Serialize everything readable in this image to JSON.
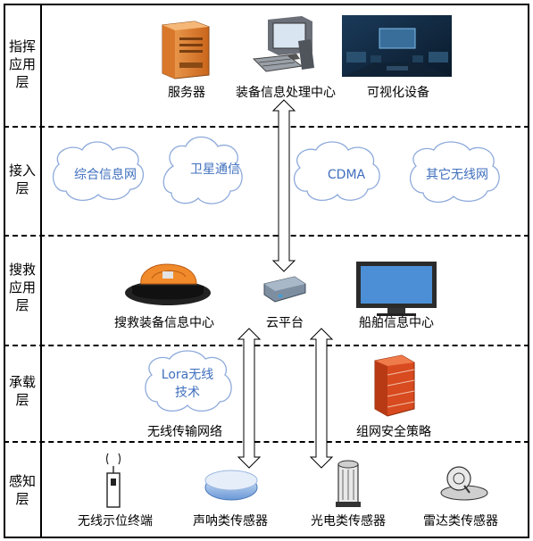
{
  "layers": [
    {
      "id": "command",
      "label": "指挥应用层"
    },
    {
      "id": "access",
      "label": "接入层"
    },
    {
      "id": "rescue",
      "label": "搜救应用层"
    },
    {
      "id": "carrier",
      "label": "承载层"
    },
    {
      "id": "sensing",
      "label": "感知层"
    }
  ],
  "command": {
    "server": "服务器",
    "equipment_center": "装备信息处理中心",
    "visualization": "可视化设备"
  },
  "access": {
    "clouds": [
      "综合信息网",
      "卫星通信",
      "CDMA",
      "其它无线网"
    ]
  },
  "rescue": {
    "rescue_center": "搜救装备信息中心",
    "cloud_platform": "云平台",
    "ship_center": "船舶信息中心"
  },
  "carrier": {
    "lora_cloud": "Lora无线技术",
    "wireless_network": "无线传输网络",
    "security_policy": "组网安全策略"
  },
  "sensing": {
    "beacon": "无线示位终端",
    "sonar": "声呐类传感器",
    "photoelectric": "光电类传感器",
    "radar": "雷达类传感器"
  },
  "colors": {
    "cloud_stroke": "#8eaadb",
    "cloud_text": "#3f6fbd",
    "server": "#e7862f",
    "raft": "#f08a2a",
    "firewall": "#d84a1f",
    "monitor": "#4c8fd6",
    "sonar": "#7aa7e0"
  }
}
